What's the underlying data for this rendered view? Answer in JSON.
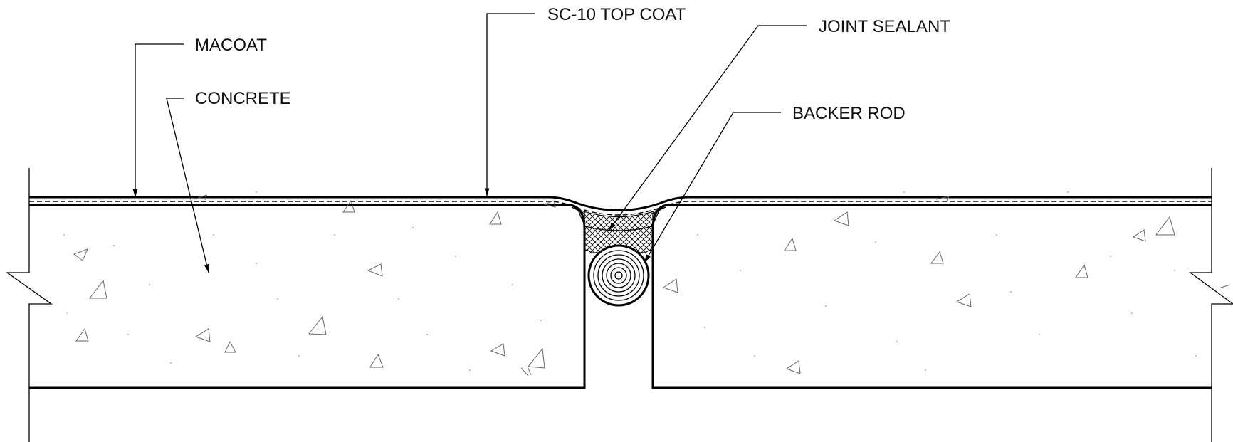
{
  "diagram": {
    "labels": {
      "macoat": "MACOAT",
      "concrete": "CONCRETE",
      "top_coat": "SC-10 TOP COAT",
      "joint_sealant": "JOINT SEALANT",
      "backer_rod": "BACKER ROD"
    },
    "colors": {
      "line": "#000000",
      "aggregate": "#666666",
      "background": "#ffffff"
    }
  }
}
